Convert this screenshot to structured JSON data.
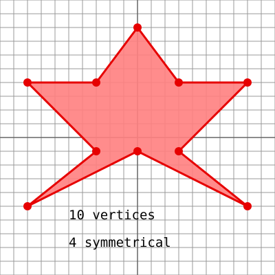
{
  "canvas": {
    "background": "#ffffff",
    "grid_color": "#999999",
    "axis_color": "#666666"
  },
  "shape": {
    "fill": "#ff8080",
    "stroke": "#e60000",
    "vertex_color": "#e60000",
    "vertices": [
      [
        0,
        8
      ],
      [
        3,
        4
      ],
      [
        8,
        4
      ],
      [
        3,
        -1
      ],
      [
        8,
        -5
      ],
      [
        0,
        -1
      ],
      [
        -8,
        -5
      ],
      [
        -3,
        -1
      ],
      [
        -8,
        4
      ],
      [
        -3,
        4
      ]
    ]
  },
  "annotations": {
    "line1": "10 vertices",
    "line2": "4 symmetrical"
  }
}
